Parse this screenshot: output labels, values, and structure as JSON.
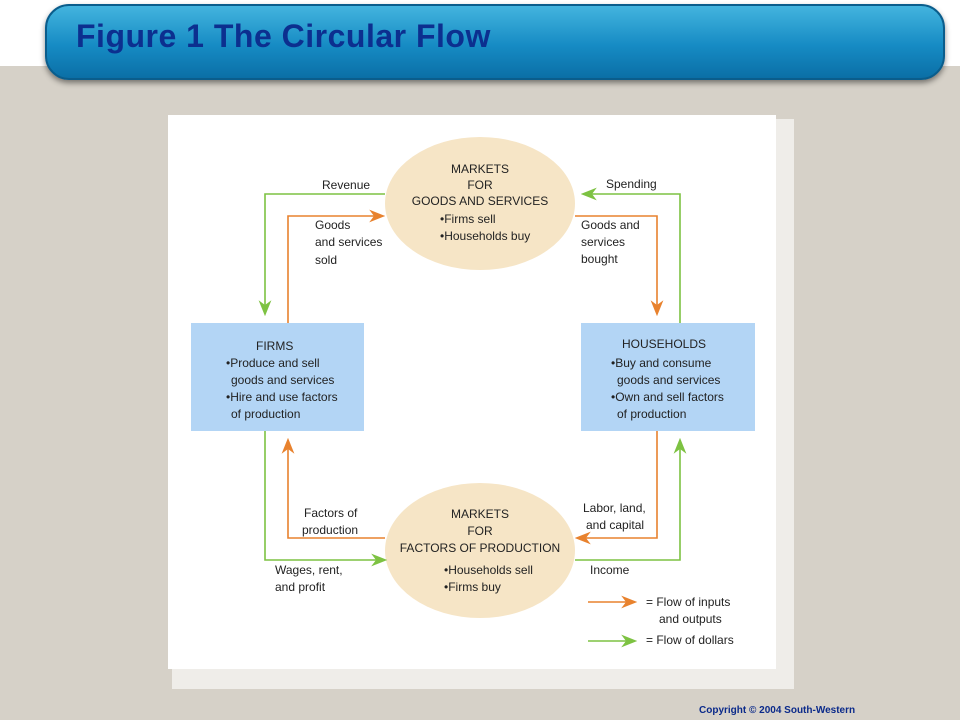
{
  "header": {
    "title": "Figure 1 The Circular Flow"
  },
  "footer": {
    "copyright": "Copyright © 2004  South-Western"
  },
  "diagram": {
    "markets_goods": {
      "line1": "MARKETS",
      "line2": "FOR",
      "line3": "GOODS AND SERVICES",
      "item1": "•Firms sell",
      "item2": "•Households buy"
    },
    "markets_factors": {
      "line1": "MARKETS",
      "line2": "FOR",
      "line3": "FACTORS  OF PRODUCTION",
      "item1": "•Households sell",
      "item2": "•Firms buy"
    },
    "firms": {
      "title": "FIRMS",
      "line1": "•Produce and sell",
      "line2": "goods and services",
      "line3": "•Hire and use factors",
      "line4": "of production"
    },
    "households": {
      "title": "HOUSEHOLDS",
      "line1": "•Buy and consume",
      "line2": "goods and services",
      "line3": "•Own and sell factors",
      "line4": "of production"
    },
    "labels": {
      "revenue": "Revenue",
      "spending": "Spending",
      "goods_sold_1": "Goods",
      "goods_sold_2": "and services",
      "goods_sold_3": "sold",
      "goods_bought_1": "Goods and",
      "goods_bought_2": "services",
      "goods_bought_3": "bought",
      "factors_1": "Factors of",
      "factors_2": "production",
      "labor_1": "Labor, land,",
      "labor_2": "and capital",
      "wages_1": "Wages, rent,",
      "wages_2": "and profit",
      "income": "Income"
    },
    "legend": {
      "inputs_1": "= Flow of inputs",
      "inputs_2": "and outputs",
      "dollars": "= Flow of dollars"
    },
    "colors": {
      "inputs_arrow": "#e8822e",
      "dollars_arrow": "#7dc242",
      "sector_box": "#b3d5f5",
      "market_ellipse": "#f6e5c6"
    }
  }
}
